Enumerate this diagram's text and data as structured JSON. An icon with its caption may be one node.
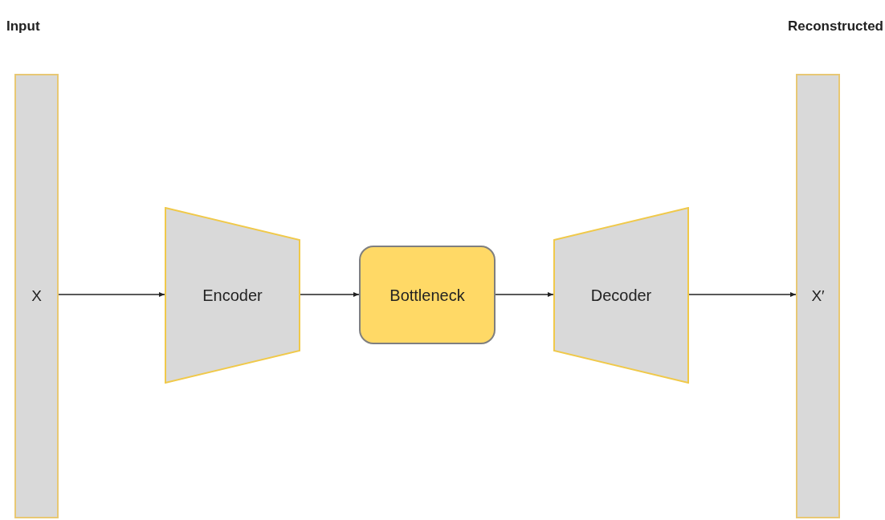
{
  "diagram": {
    "nodes": [
      {
        "text": [
          "Input",
          "X"
        ]
      },
      {
        "text": [
          "Encoder"
        ]
      },
      {
        "text": [
          "Bottleneck"
        ]
      },
      {
        "text": [
          "Decoder"
        ]
      },
      {
        "text": [
          "Reconstructed",
          "X′"
        ]
      }
    ],
    "edges": [
      {
        "from": 0,
        "to": 1,
        "arrow": "to"
      },
      {
        "from": 1,
        "to": 2,
        "arrow": "to"
      },
      {
        "from": 2,
        "to": 3,
        "arrow": "to"
      },
      {
        "from": 3,
        "to": 4,
        "arrow": "to"
      }
    ]
  }
}
